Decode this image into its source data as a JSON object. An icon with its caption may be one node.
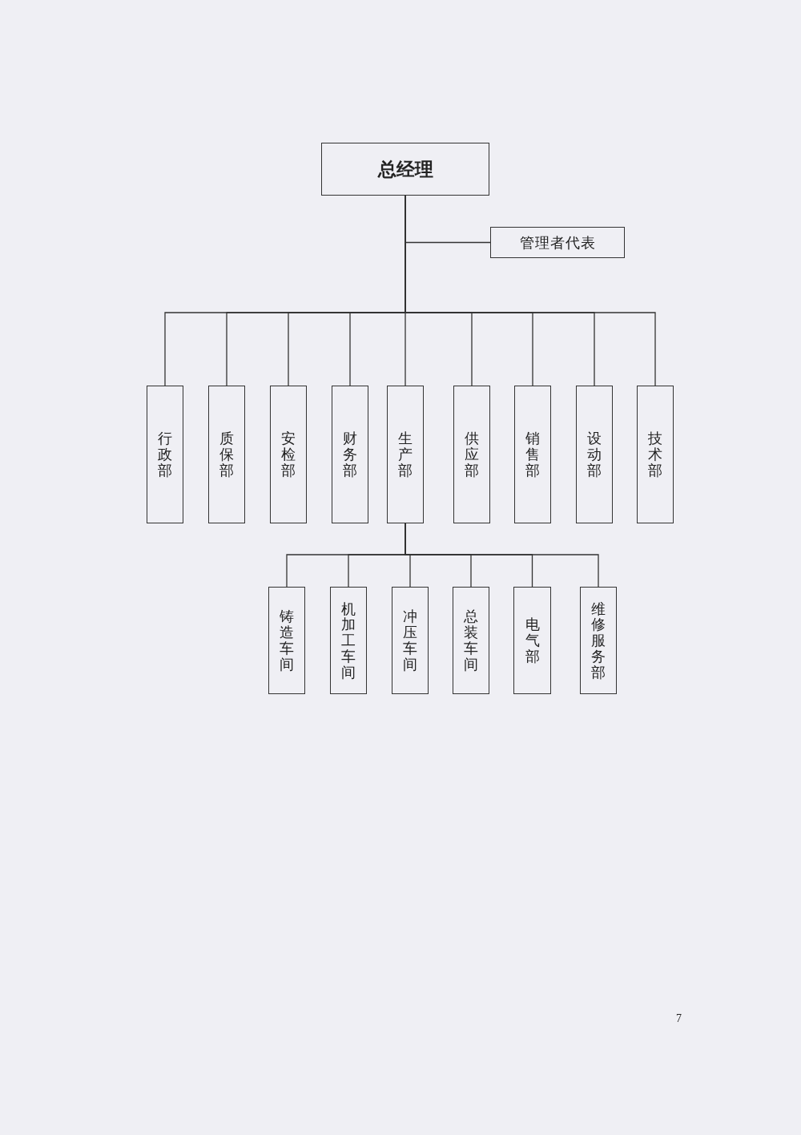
{
  "diagram": {
    "nodes": [
      {
        "text": [
          "总经理"
        ]
      },
      {
        "text": [
          "管理者代表"
        ]
      },
      {
        "text": [
          "行政部"
        ]
      },
      {
        "text": [
          "质保部"
        ]
      },
      {
        "text": [
          "安检部"
        ]
      },
      {
        "text": [
          "财务部"
        ]
      },
      {
        "text": [
          "生产部"
        ]
      },
      {
        "text": [
          "供应部"
        ]
      },
      {
        "text": [
          "销售部"
        ]
      },
      {
        "text": [
          "设动部"
        ]
      },
      {
        "text": [
          "技术部"
        ]
      },
      {
        "text": [
          "铸造车间"
        ]
      },
      {
        "text": [
          "机加工车间"
        ]
      },
      {
        "text": [
          "冲压车间"
        ]
      },
      {
        "text": [
          "总装车间"
        ]
      },
      {
        "text": [
          "电气部"
        ]
      },
      {
        "text": [
          "维修服务部"
        ]
      }
    ],
    "edges": [
      {
        "from": 0,
        "to": 1,
        "arrow": "none"
      },
      {
        "from": 0,
        "to": 2,
        "arrow": "none"
      },
      {
        "from": 0,
        "to": 3,
        "arrow": "none"
      },
      {
        "from": 0,
        "to": 4,
        "arrow": "none"
      },
      {
        "from": 0,
        "to": 5,
        "arrow": "none"
      },
      {
        "from": 0,
        "to": 6,
        "arrow": "none"
      },
      {
        "from": 0,
        "to": 7,
        "arrow": "none"
      },
      {
        "from": 0,
        "to": 8,
        "arrow": "none"
      },
      {
        "from": 0,
        "to": 9,
        "arrow": "none"
      },
      {
        "from": 0,
        "to": 10,
        "arrow": "none"
      },
      {
        "from": 6,
        "to": 11,
        "arrow": "none"
      },
      {
        "from": 6,
        "to": 12,
        "arrow": "none"
      },
      {
        "from": 6,
        "to": 13,
        "arrow": "none"
      },
      {
        "from": 6,
        "to": 14,
        "arrow": "none"
      },
      {
        "from": 6,
        "to": 15,
        "arrow": "none"
      },
      {
        "from": 6,
        "to": 16,
        "arrow": "none"
      }
    ],
    "labels": [
      "7"
    ]
  }
}
